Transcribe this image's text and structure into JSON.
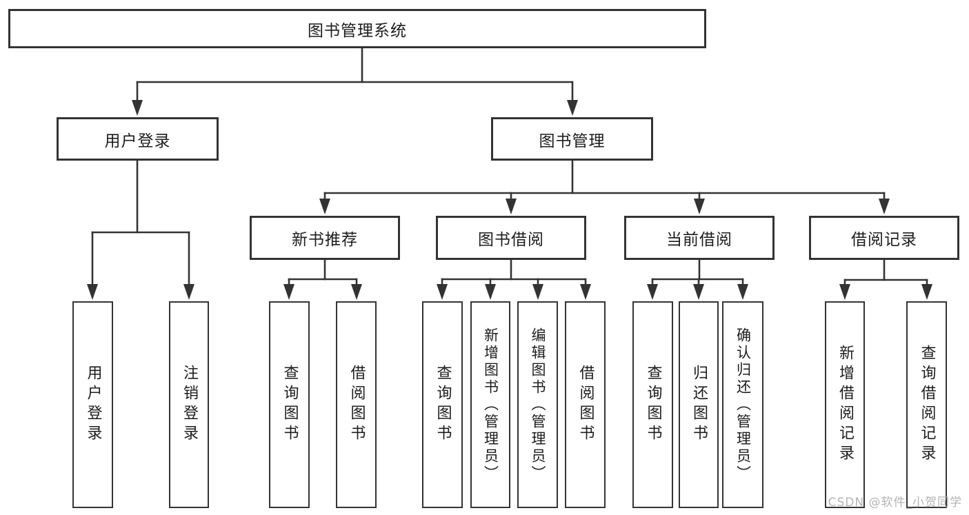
{
  "diagram": {
    "title": {
      "label": "图书管理系统"
    },
    "level2": [
      {
        "label": "用户登录"
      },
      {
        "label": "图书管理"
      }
    ],
    "level3": [
      {
        "label": "新书推荐"
      },
      {
        "label": "图书借阅"
      },
      {
        "label": "当前借阅"
      },
      {
        "label": "借阅记录"
      }
    ],
    "leaves": {
      "user_login": [
        {
          "label": "用户登录"
        },
        {
          "label": "注销登录"
        }
      ],
      "recommend": [
        {
          "label": "查询图书"
        },
        {
          "label": "借阅图书"
        }
      ],
      "borrow": [
        {
          "label": "查询图书"
        },
        {
          "label": "新增图书（管理员）"
        },
        {
          "label": "编辑图书（管理员）"
        },
        {
          "label": "借阅图书"
        }
      ],
      "current": [
        {
          "label": "查询图书"
        },
        {
          "label": "归还图书"
        },
        {
          "label": "确认归还（管理员）"
        }
      ],
      "records": [
        {
          "label": "新增借阅记录"
        },
        {
          "label": "查询借阅记录"
        }
      ]
    },
    "watermark": "CSDN @软件_小贺同学",
    "colors": {
      "line": "#333333",
      "box_border": "#333333",
      "text": "#1c1c1c",
      "watermark": "#b3b3b3",
      "background": "#ffffff"
    }
  }
}
